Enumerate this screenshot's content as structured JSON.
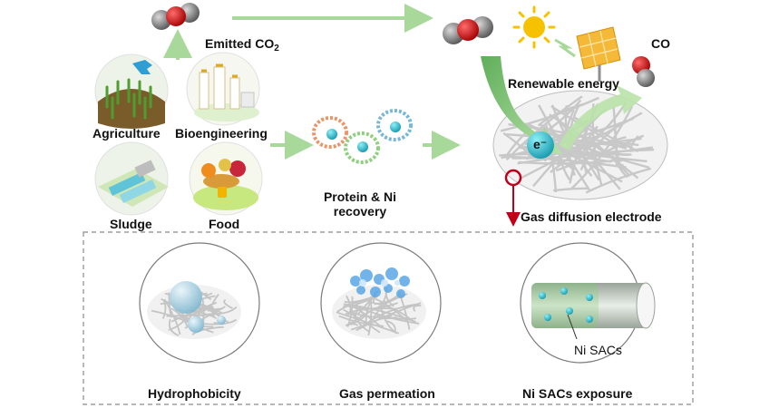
{
  "labels": {
    "emitted_co2": "Emitted CO",
    "emitted_co2_sub": "2",
    "co": "CO",
    "renewable_energy": "Renewable energy",
    "agriculture": "Agriculture",
    "bioengineering": "Bioengineering",
    "sludge": "Sludge",
    "food": "Food",
    "protein_ni_recovery_line1": "Protein & Ni",
    "protein_ni_recovery_line2": "recovery",
    "electron": "e⁻",
    "gas_diffusion_electrode": "Gas diffusion electrode",
    "hydrophobicity": "Hydrophobicity",
    "gas_permeation": "Gas permeation",
    "ni_sacs_exposure": "Ni SACs exposure",
    "ni_sacs": "Ni SACs"
  },
  "colors": {
    "arrow_green": "#a8d89a",
    "arrow_red": "#c0001a",
    "electron_cyan": "#2fb8c8",
    "oxygen_red": "#d21e1e",
    "carbon_grey": "#6e6e6e",
    "sun_yellow": "#f6c200",
    "panel_orange": "#f5b93a",
    "dashed_border": "#8a8a8a"
  }
}
